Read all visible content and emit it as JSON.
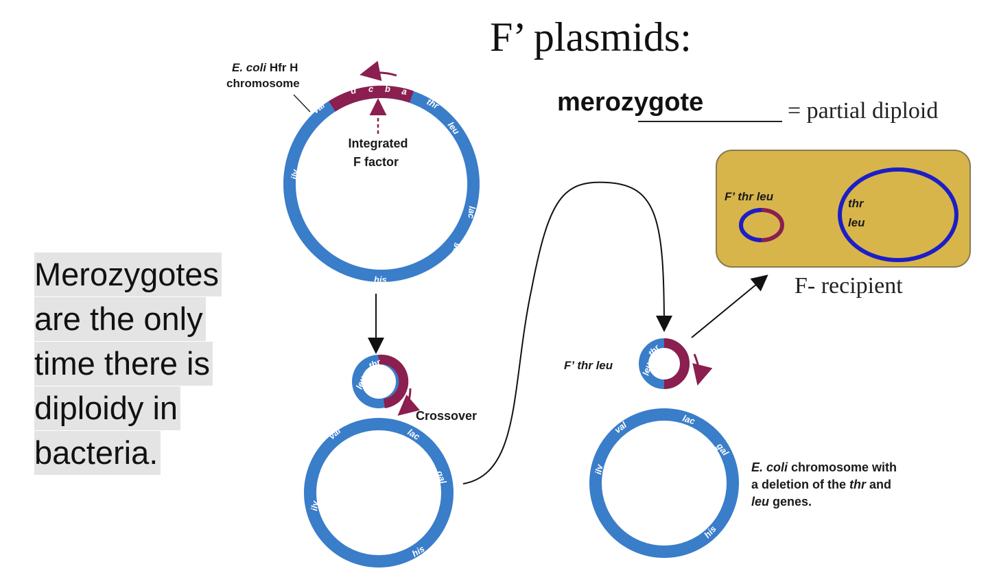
{
  "title": "F’ plasmids:",
  "merozygote": {
    "answer": "merozygote",
    "definition": "= partial diploid"
  },
  "side_text": [
    "Merozygotes",
    "are the only",
    "time there is",
    "diploidy in",
    "bacteria."
  ],
  "diagram": {
    "hfr_label_italic": "E. coli",
    "hfr_label_rest": "Hfr H",
    "hfr_label_line2": "chromosome",
    "integrated_label": [
      "Integrated",
      "F factor"
    ],
    "crossover_label": "Crossover",
    "fprime_label": "F’ thr leu",
    "deletion_label": {
      "l1_italic": "E. coli",
      "l1_rest": " chromosome with",
      "l2_pre": "a deletion of the ",
      "l2_i1": "thr",
      "l2_mid": " and",
      "l3_i2": "leu",
      "l3_rest": " genes."
    },
    "recipient_plasmid_label": "F’ thr leu",
    "recipient_chrom_label": [
      "thr",
      "leu"
    ],
    "recipient_caption": "F- recipient",
    "genes_hfr": [
      "val",
      "thr",
      "leu",
      "lac",
      "gal",
      "his",
      "ilv"
    ],
    "factor_letters": [
      "d",
      "c",
      "b",
      "a"
    ],
    "genes_loop_small": [
      "leu",
      "thr"
    ],
    "genes_loop_big": [
      "val",
      "lac",
      "gal",
      "his",
      "ilv"
    ],
    "genes_fprime": [
      "leu",
      "thr"
    ],
    "genes_deletion": [
      "val",
      "lac",
      "gal",
      "his",
      "ilv"
    ]
  },
  "colors": {
    "chromosome": "#3a7dc9",
    "f_factor": "#8b1f4f",
    "recipient_fill": "#d8b54a",
    "recipient_ring": "#1c1ec7"
  }
}
